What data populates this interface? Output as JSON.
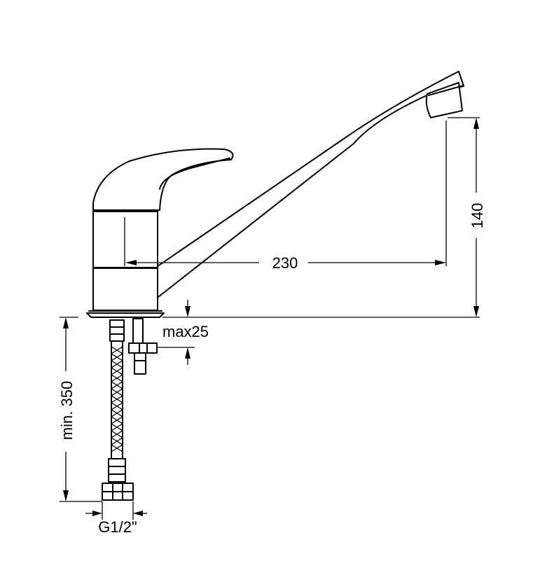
{
  "dimensions": {
    "spout_reach": "230",
    "spout_height": "140",
    "max_thickness": "max25",
    "hose_length": "min. 350",
    "connection_thread": "G1/2\""
  }
}
